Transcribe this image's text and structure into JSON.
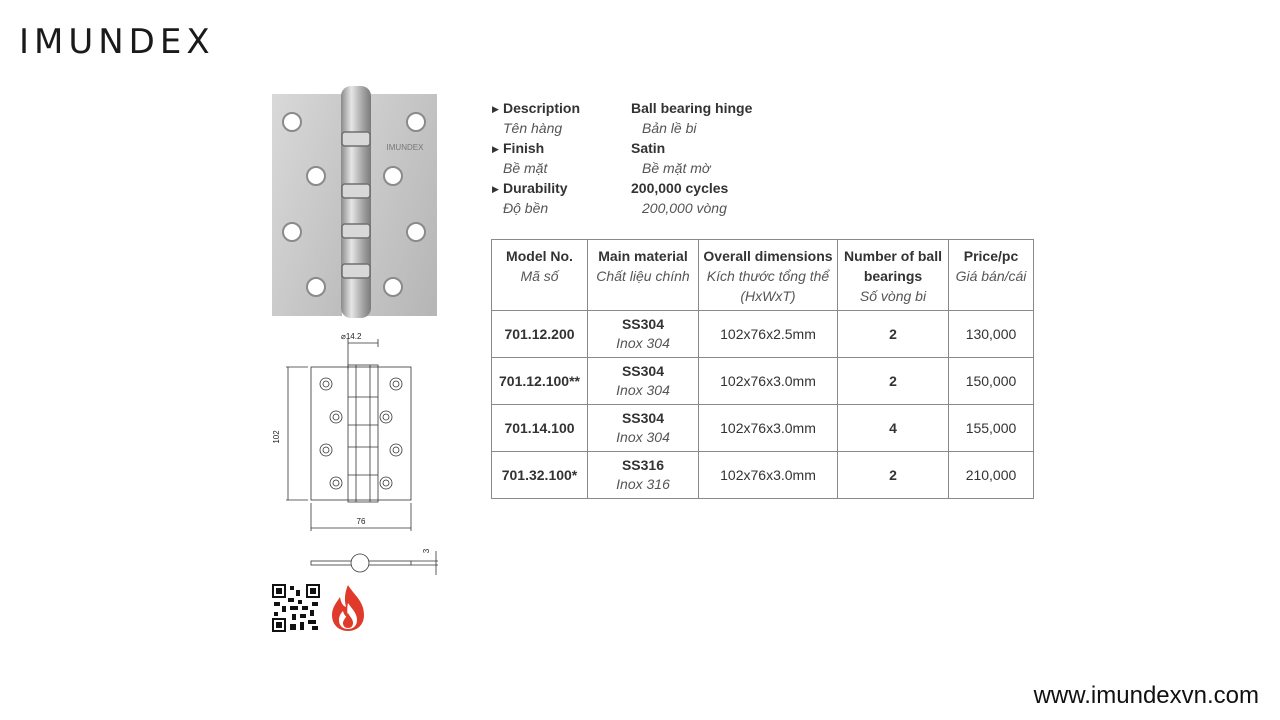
{
  "brand": {
    "logo": "IMUNDEX",
    "website": "www.imundexvn.com"
  },
  "drawing": {
    "hinge_stamp": "IMUNDEX",
    "pin_diameter": "⌀14.2",
    "height": "102",
    "width": "76",
    "thickness": "3"
  },
  "icons": [
    "qr-code-icon",
    "fire-rated-icon"
  ],
  "specs": [
    {
      "label": "Description",
      "label_vi": "Tên hàng",
      "value": "Ball bearing hinge",
      "value_vi": "Bản lề bi"
    },
    {
      "label": "Finish",
      "label_vi": "Bề mặt",
      "value": "Satin",
      "value_vi": "Bề mặt mờ"
    },
    {
      "label": "Durability",
      "label_vi": "Độ bền",
      "value": "200,000 cycles",
      "value_vi": "200,000 vòng"
    }
  ],
  "table": {
    "headers": [
      {
        "en": "Model No.",
        "vi": "Mã số"
      },
      {
        "en": "Main material",
        "vi": "Chất liệu chính"
      },
      {
        "en": "Overall dimensions",
        "vi": "Kích thước tổng thể (HxWxT)"
      },
      {
        "en": "Number of ball bearings",
        "vi": "Số vòng bi"
      },
      {
        "en": "Price/pc",
        "vi": "Giá bán/cái"
      }
    ],
    "rows": [
      {
        "model": "701.12.200",
        "material": "SS304",
        "material_vi": "Inox 304",
        "dimensions": "102x76x2.5mm",
        "bearings": "2",
        "price": "130,000"
      },
      {
        "model": "701.12.100**",
        "material": "SS304",
        "material_vi": "Inox 304",
        "dimensions": "102x76x3.0mm",
        "bearings": "2",
        "price": "150,000"
      },
      {
        "model": "701.14.100",
        "material": "SS304",
        "material_vi": "Inox 304",
        "dimensions": "102x76x3.0mm",
        "bearings": "4",
        "price": "155,000"
      },
      {
        "model": "701.32.100*",
        "material": "SS316",
        "material_vi": "Inox 316",
        "dimensions": "102x76x3.0mm",
        "bearings": "2",
        "price": "210,000"
      }
    ]
  }
}
